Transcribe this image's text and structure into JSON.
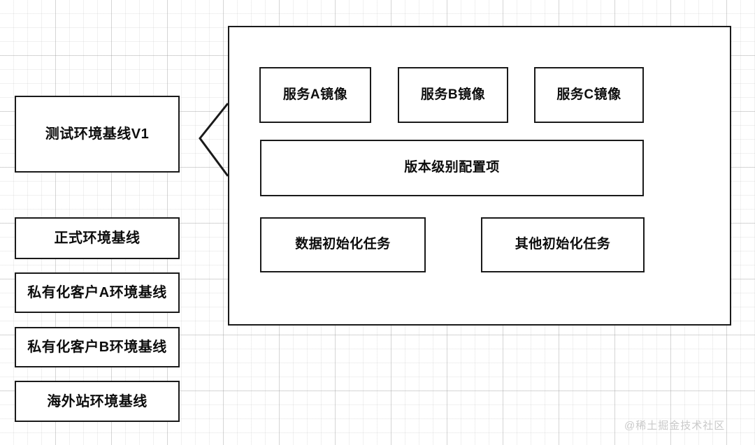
{
  "diagram": {
    "baselines": [
      {
        "id": "test-v1",
        "label": "测试环境基线V1"
      },
      {
        "id": "prod",
        "label": "正式环境基线"
      },
      {
        "id": "private-a",
        "label": "私有化客户A环境基线"
      },
      {
        "id": "private-b",
        "label": "私有化客户B环境基线"
      },
      {
        "id": "overseas",
        "label": "海外站环境基线"
      }
    ],
    "connector": {
      "icon": "left-chevron-icon"
    },
    "panel": {
      "service_images": [
        {
          "id": "svc-a",
          "label": "服务A镜像"
        },
        {
          "id": "svc-b",
          "label": "服务B镜像"
        },
        {
          "id": "svc-c",
          "label": "服务C镜像"
        }
      ],
      "config": {
        "label": "版本级别配置项"
      },
      "tasks": [
        {
          "id": "task-data",
          "label": "数据初始化任务"
        },
        {
          "id": "task-other",
          "label": "其他初始化任务"
        }
      ]
    },
    "watermark": "@稀土掘金技术社区",
    "colors": {
      "stroke": "#1a1a1a",
      "fill": "#ffffff",
      "text": "#0d0d0d",
      "grid_minor": "#bebebe",
      "grid_major": "#969696",
      "watermark": "#c9c9c9"
    }
  }
}
